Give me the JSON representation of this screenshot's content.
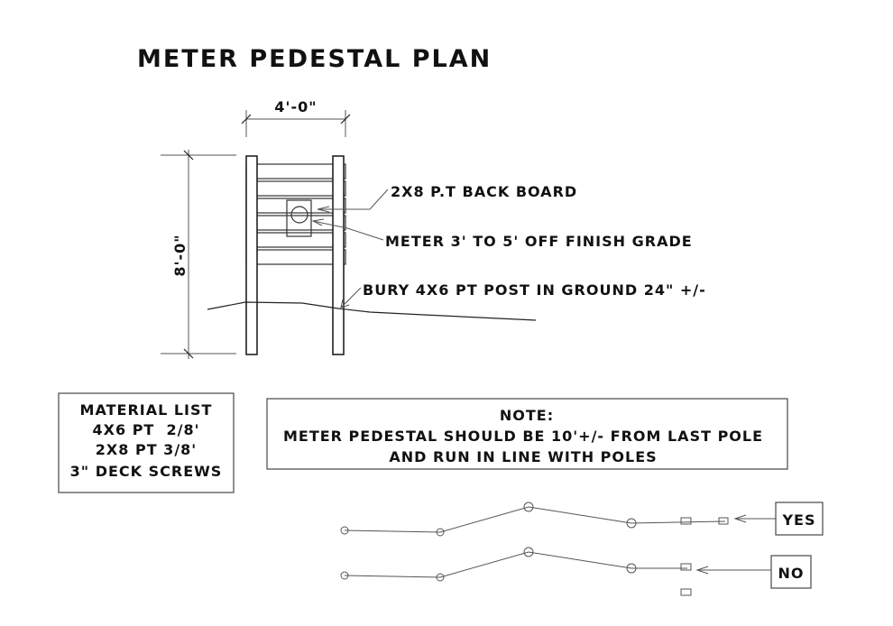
{
  "title": "METER PEDESTAL PLAN",
  "dimensions": {
    "width": "4'-0\"",
    "height": "8'-0\""
  },
  "callouts": {
    "back_board": "2X8 P.T BACK BOARD",
    "meter": "METER 3' TO 5' OFF FINISH GRADE",
    "post": "BURY 4X6 PT POST IN GROUND 24\" +/-"
  },
  "material_list": {
    "heading": "MATERIAL LIST",
    "items": [
      "4X6 PT  2/8'",
      "2X8 PT 3/8'",
      "3\" DECK SCREWS"
    ]
  },
  "note": {
    "heading": "NOTE:",
    "lines": [
      "METER PEDESTAL SHOULD BE 10'+/- FROM LAST POLE",
      "AND RUN IN LINE WITH POLES"
    ]
  },
  "pole_examples": {
    "yes_label": "YES",
    "no_label": "NO"
  }
}
